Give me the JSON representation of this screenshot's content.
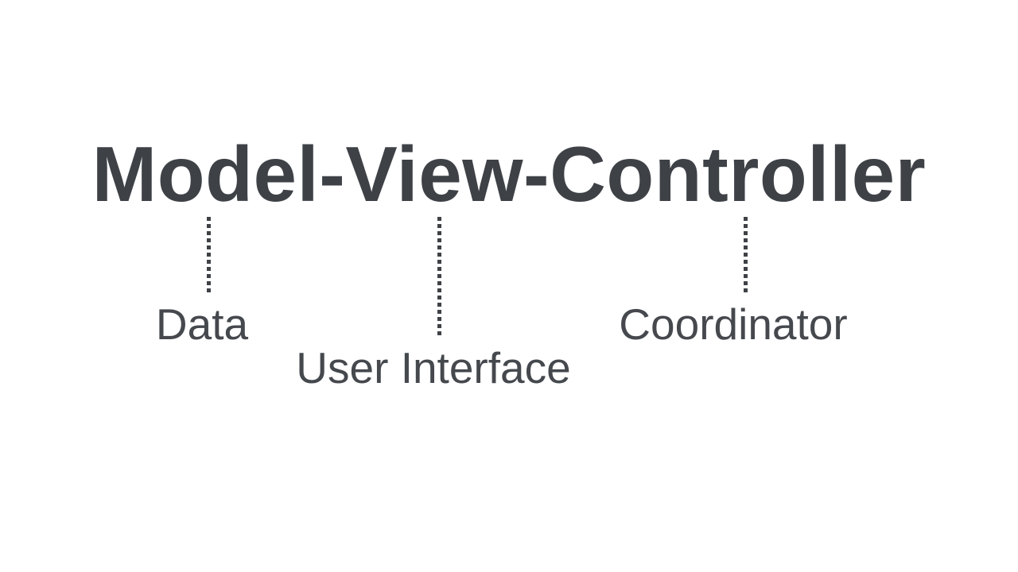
{
  "title": {
    "text": "Model-View-Controller"
  },
  "annotations": [
    {
      "component": "Model",
      "label": "Data"
    },
    {
      "component": "View",
      "label": "User Interface"
    },
    {
      "component": "Controller",
      "label": "Coordinator"
    }
  ],
  "colors": {
    "background": "#ffffff",
    "title": "#3e4247",
    "label": "#45494e",
    "connector": "#3e4247"
  }
}
